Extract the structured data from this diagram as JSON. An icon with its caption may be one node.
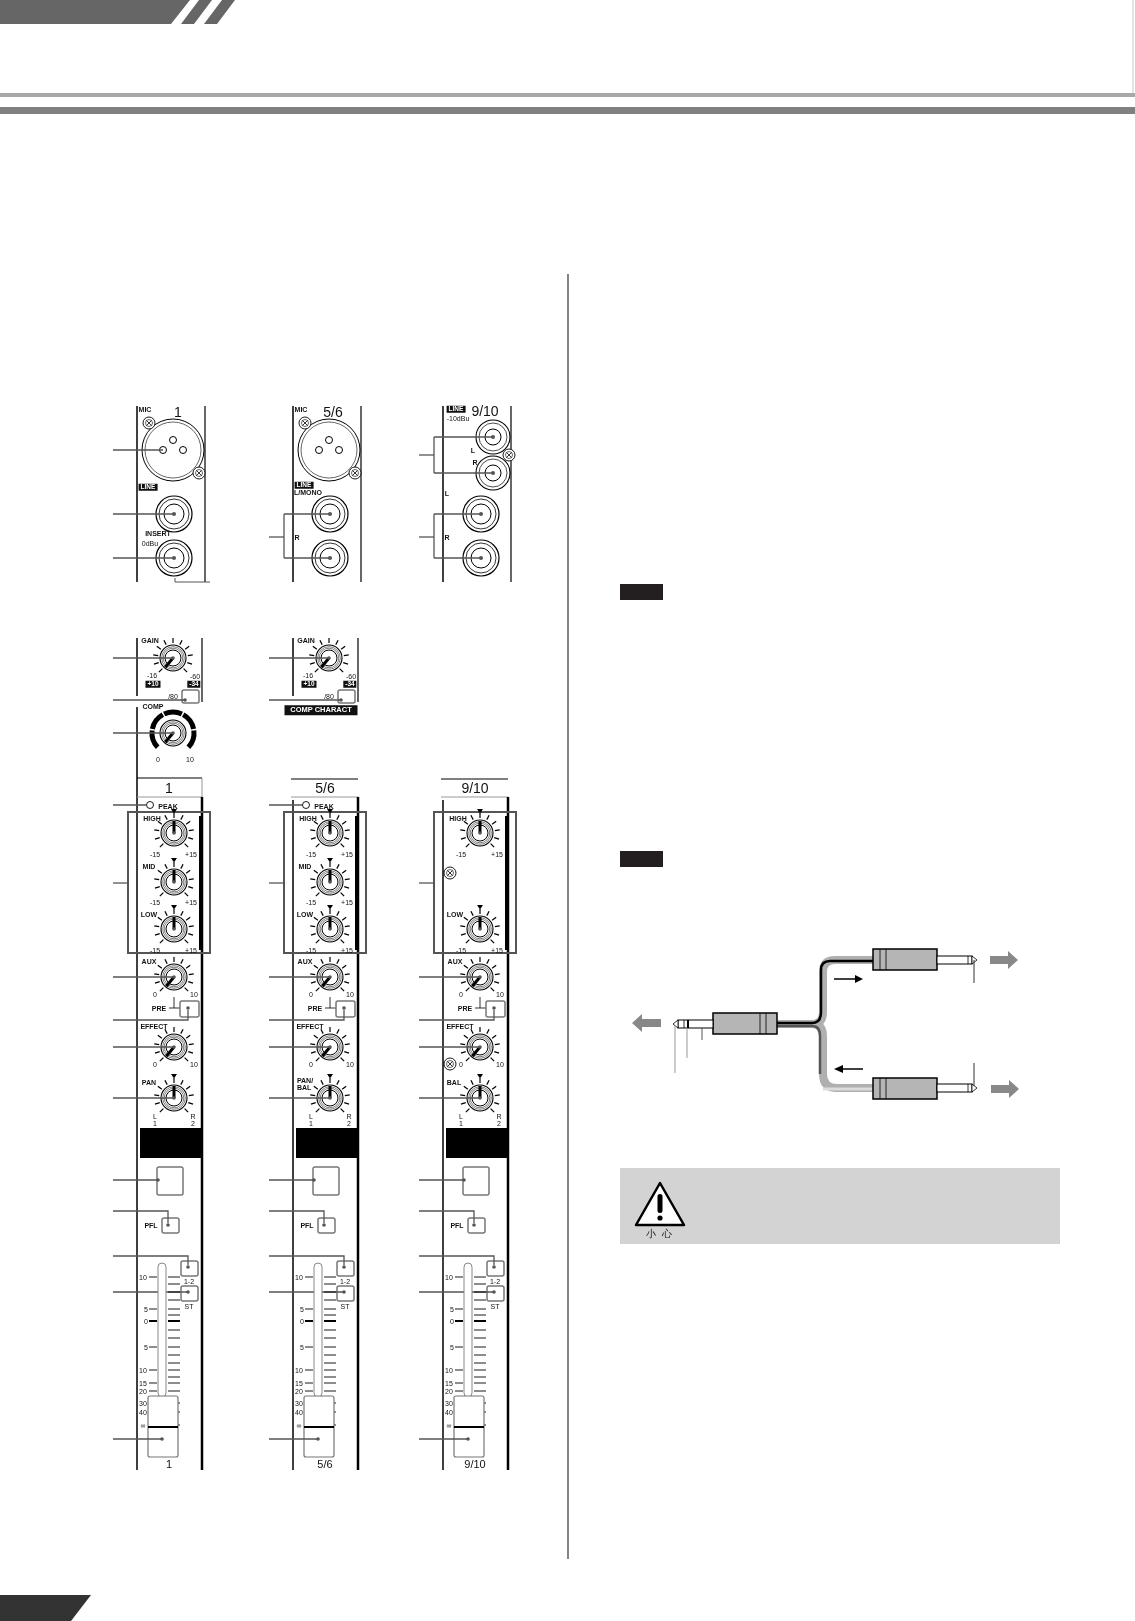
{
  "diagram": {
    "labels": [
      "MIC",
      "1",
      "LINE",
      "INSERT",
      "0dBu",
      "MIC",
      "5/6",
      "LINE",
      "L/MONO",
      "R",
      "LINE",
      "-10dBu",
      "9/10",
      "L",
      "R",
      "L",
      "R",
      "GAIN",
      "-16",
      "-60",
      "+10",
      "-34",
      "/80",
      "COMP",
      "0",
      "10",
      "GAIN",
      "-16",
      "-60",
      "+10",
      "-34",
      "/80",
      "COMP CHARACT",
      "1",
      "5/6",
      "9/10",
      "PEAK",
      "PEAK",
      "HIGH",
      "-15",
      "+15",
      "MID",
      "-15",
      "+15",
      "LOW",
      "-15",
      "+15",
      "AUX",
      "0",
      "10",
      "PRE",
      "EFFECT",
      "0",
      "10",
      "PAN",
      "L 1",
      "R 2",
      "PFL",
      "10",
      "1-2",
      "ST",
      "5",
      "0",
      "5",
      "10",
      "15",
      "20",
      "30",
      "40",
      "∞",
      "1",
      "HIGH",
      "-15",
      "+15",
      "MID",
      "-15",
      "+15",
      "LOW",
      "-15",
      "+15",
      "AUX",
      "0",
      "10",
      "PRE",
      "EFFECT",
      "0",
      "10",
      "PAN/ BAL",
      "L 1",
      "R 2",
      "PFL",
      "10",
      "1-2",
      "ST",
      "5",
      "0",
      "5",
      "10",
      "15",
      "20",
      "30",
      "40",
      "∞",
      "5/6",
      "HIGH",
      "-15",
      "+15",
      "LOW",
      "-15",
      "+15",
      "AUX",
      "0",
      "10",
      "PRE",
      "EFFECT",
      "0",
      "10",
      "BAL",
      "L 1",
      "R 2",
      "PFL",
      "10",
      "1-2",
      "ST",
      "5",
      "0",
      "5",
      "10",
      "15",
      "20",
      "30",
      "40",
      "∞",
      "9/10",
      "小心"
    ]
  }
}
